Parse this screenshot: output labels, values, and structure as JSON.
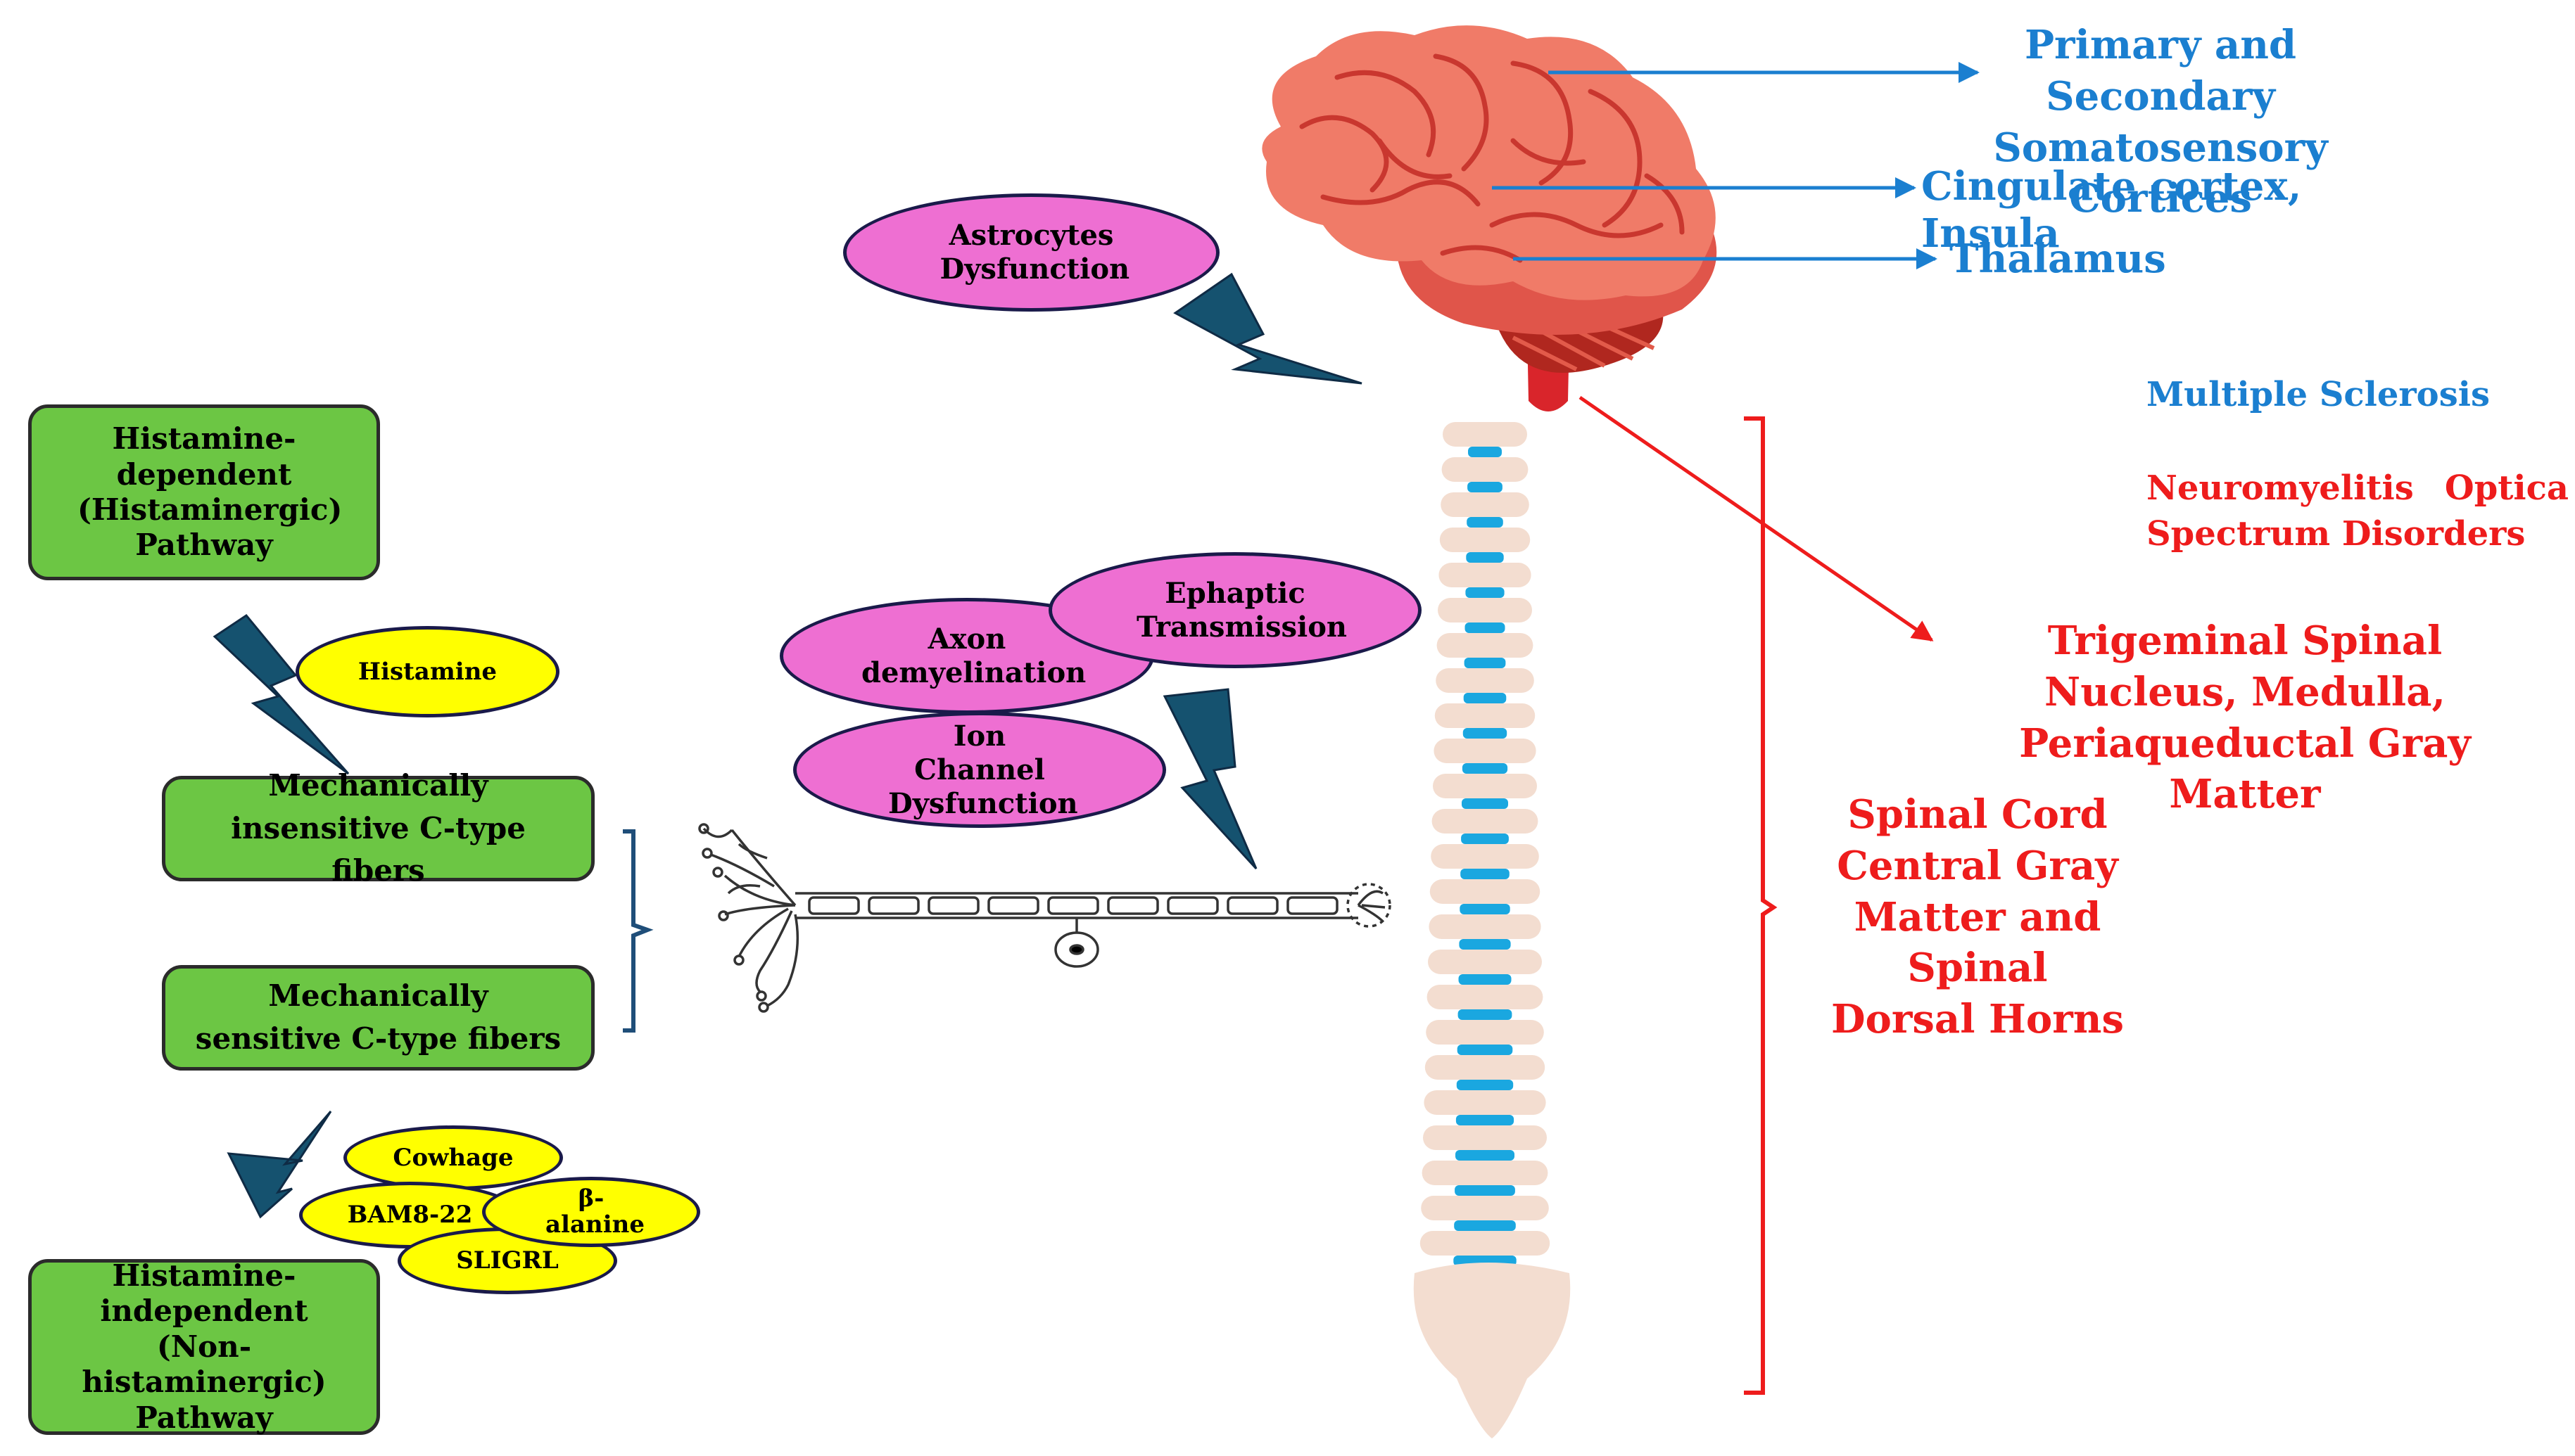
{
  "colors": {
    "green_box": "#6cc644",
    "pink_oval": "#ee6fd2",
    "yellow_oval": "#ffff00",
    "bolt": "#15526f",
    "blue_text": "#1b7fd0",
    "red_text": "#ee1c1c",
    "brain": "#f07b68",
    "spine_bone": "#f3ddd0",
    "spine_disc": "#1aa7e0"
  },
  "pathways": {
    "histaminergic": "Histamine-dependent (Histaminergic) Pathway",
    "non_histaminergic": "Histamine-independent (Non-histaminergic) Pathway"
  },
  "fibers": {
    "insensitive": "Mechanically insensitive C-type fibers",
    "sensitive": "Mechanically sensitive C-type fibers"
  },
  "mediators": {
    "histamine": "Histamine",
    "cowhage": "Cowhage",
    "bam": "BAM8-22",
    "beta_alanine": "β-alanine",
    "sligrl": "SLIGRL"
  },
  "mechanisms": {
    "astrocytes": "Astrocytes Dysfunction",
    "axon": "Axon demyelination",
    "ephaptic": "Ephaptic Transmission",
    "ion_channel": "Ion Channel Dysfunction"
  },
  "brain_regions": {
    "cortices": "Primary and Secondary Somatosensory Cortices",
    "cingulate": "Cingulate cortex, Insula",
    "thalamus": "Thalamus"
  },
  "diseases": {
    "ms": "Multiple Sclerosis",
    "nmosd": "Neuromyelitis Optica Spectrum Disorders"
  },
  "spinal_regions": {
    "trigeminal": "Trigeminal Spinal Nucleus, Medulla, Periaqueductal Gray Matter",
    "spinal_cord": "Spinal Cord Central Gray Matter and Spinal Dorsal Horns"
  }
}
